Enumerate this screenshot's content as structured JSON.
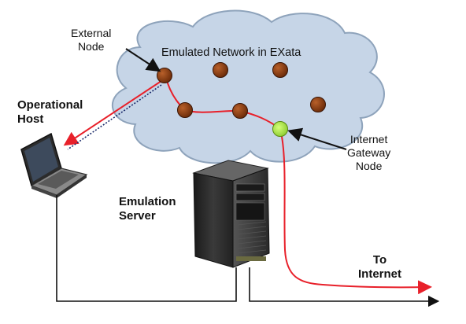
{
  "labels": {
    "external_node": [
      "External",
      "Node"
    ],
    "cloud_title": "Emulated Network in EXata",
    "operational_host": [
      "Operational",
      "Host"
    ],
    "internet_gateway": [
      "Internet",
      "Gateway",
      "Node"
    ],
    "emulation_server": [
      "Emulation",
      "Server"
    ],
    "to_internet": [
      "To",
      "Internet"
    ]
  },
  "colors": {
    "cloud_fill": "#c6d5e7",
    "cloud_stroke": "#8ea3bb",
    "node_fill": "#8a3a0d",
    "gateway_fill": "#a8e640",
    "path_red": "#e8202a",
    "dotted_link": "#1a2a6a",
    "black_line": "#111111"
  },
  "icons": [
    "laptop-icon",
    "server-tower-icon"
  ]
}
